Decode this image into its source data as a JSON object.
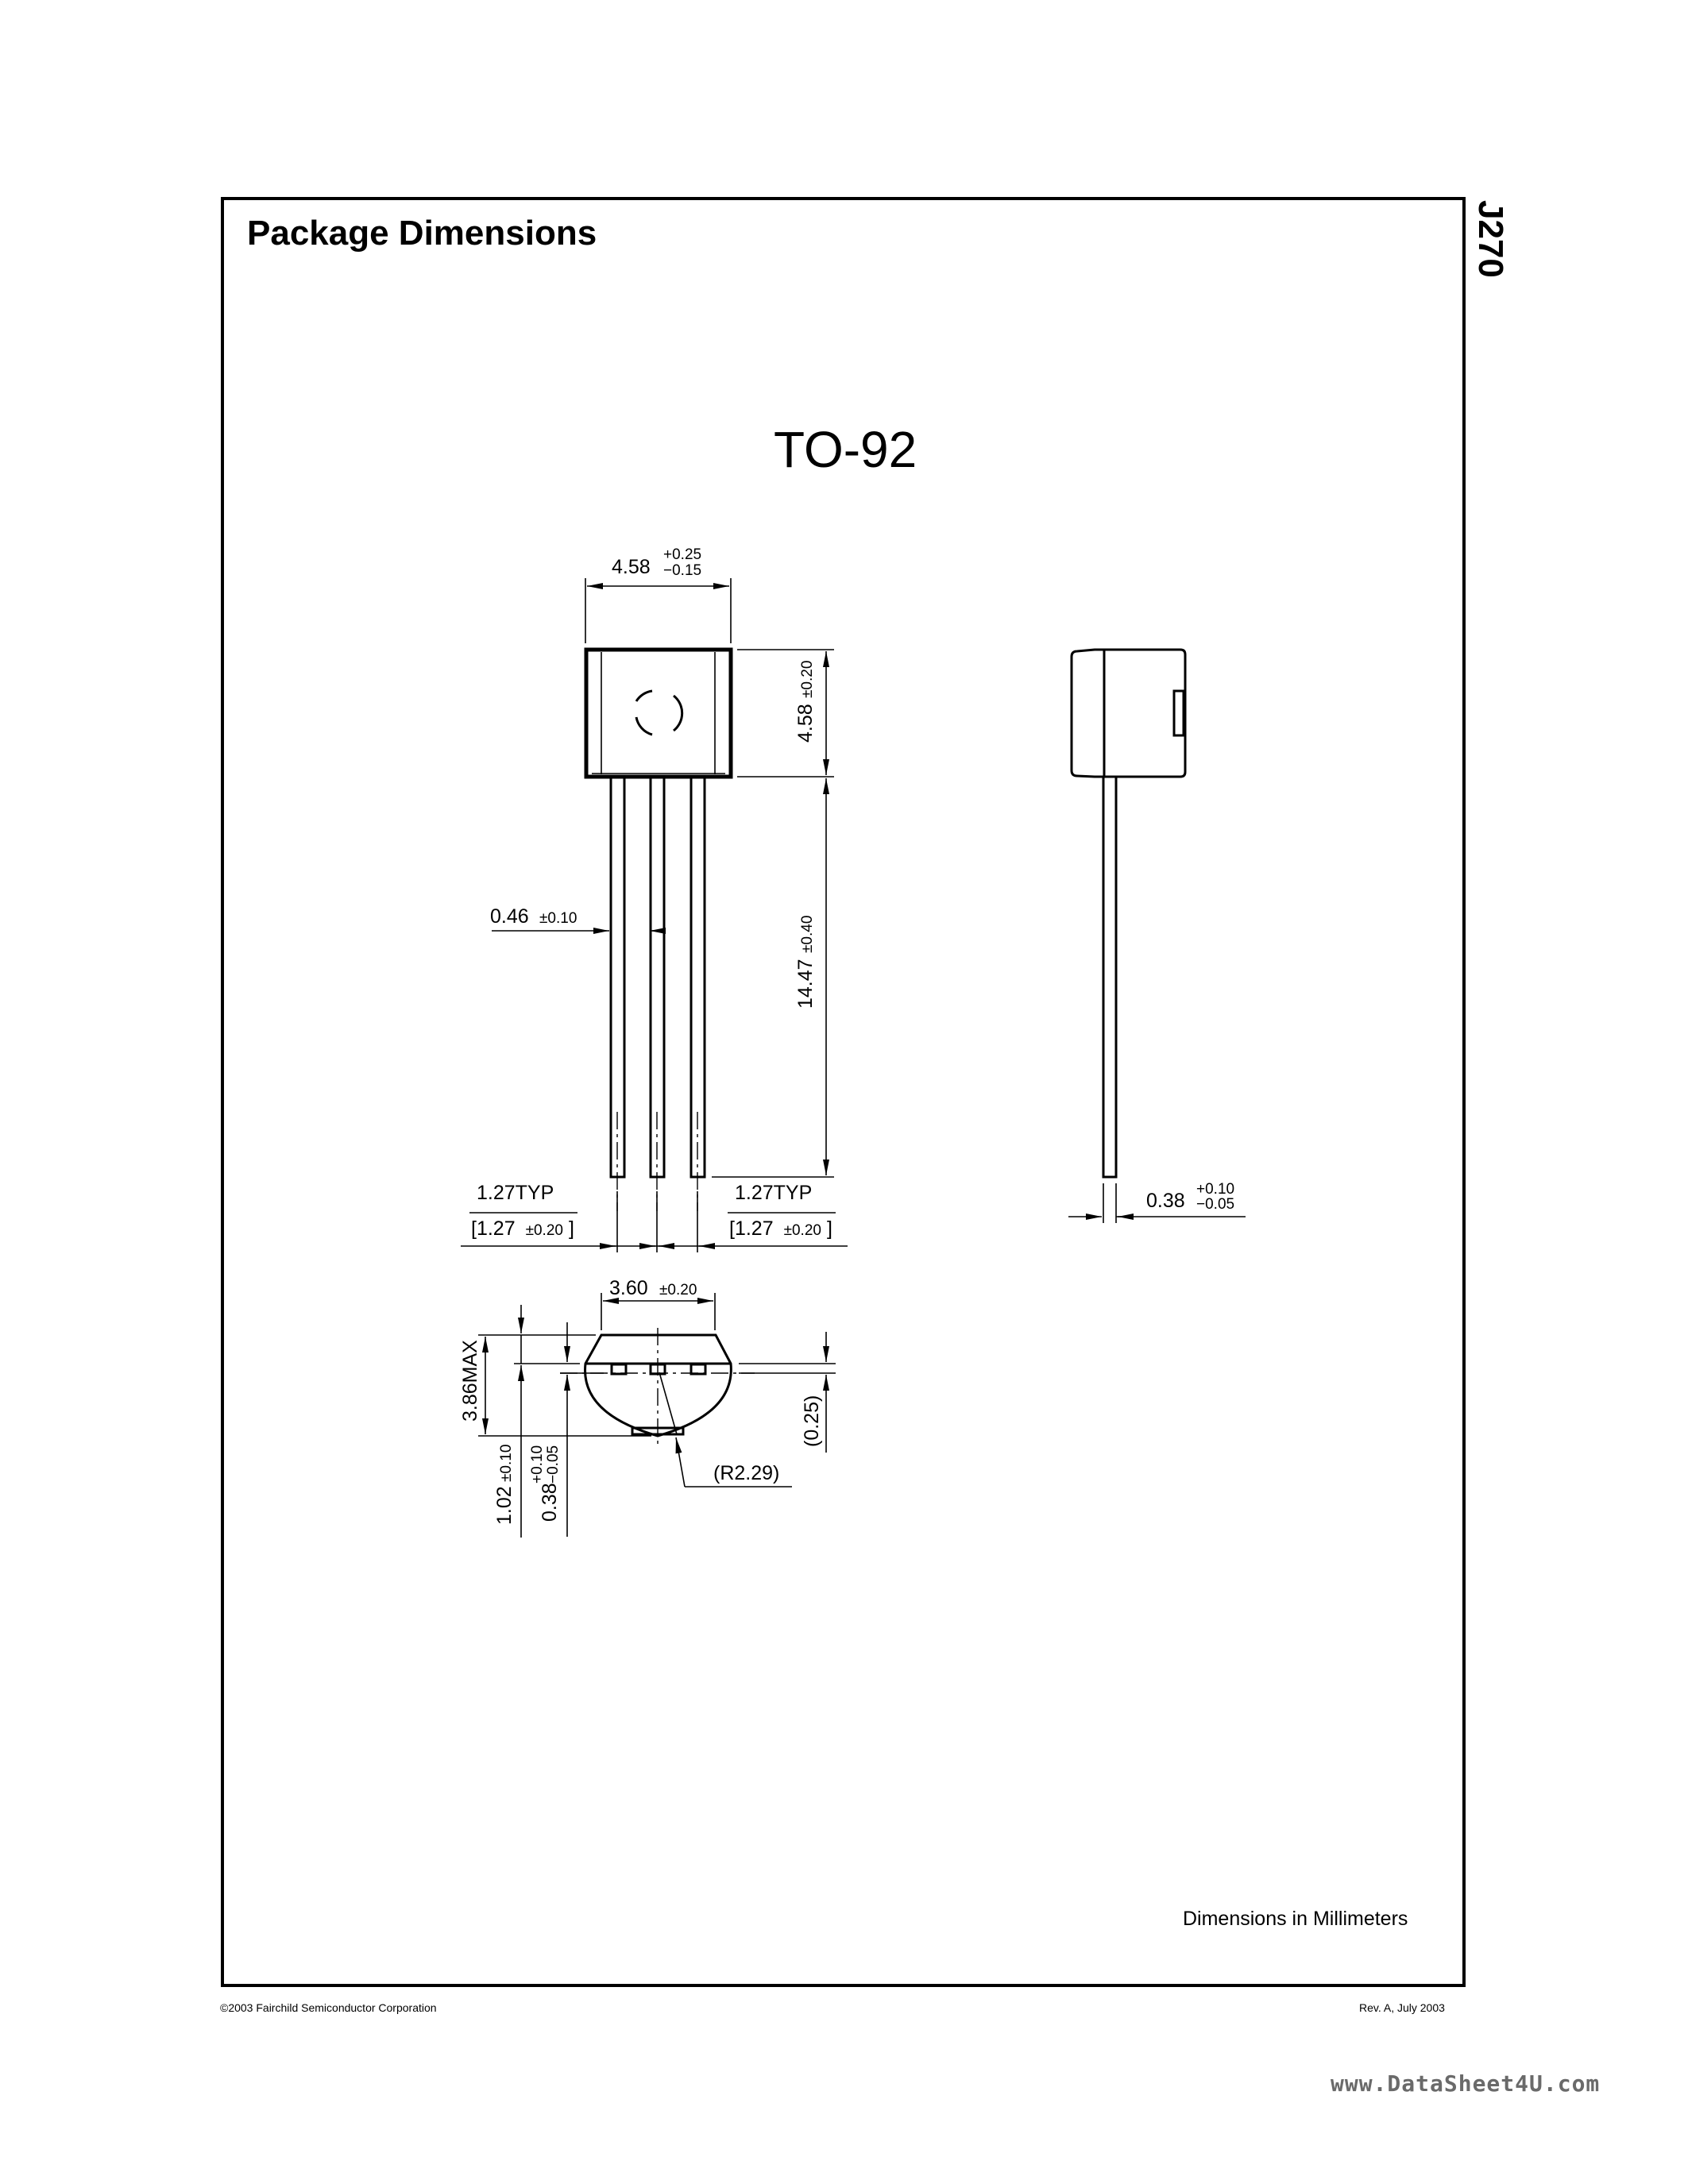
{
  "page": {
    "section_title": "Package Dimensions",
    "part_number": "J270",
    "package_name": "TO-92",
    "units_note": "Dimensions in Millimeters",
    "footer_left": "©2003 Fairchild Semiconductor Corporation",
    "footer_right": "Rev. A, July 2003",
    "watermark": "www.DataSheet4U.com"
  },
  "dimensions": {
    "body_width": {
      "value": "4.58",
      "tol_plus": "+0.25",
      "tol_minus": "−0.15"
    },
    "body_height": {
      "value": "4.58",
      "tol": "±0.20"
    },
    "lead_length": {
      "value": "14.47",
      "tol": "±0.40"
    },
    "lead_width": {
      "value": "0.46",
      "tol": "±0.10"
    },
    "pitch_left": {
      "label": "1.27TYP",
      "bracket_open": "[1.27",
      "tol": "±0.20",
      "bracket_close": "]"
    },
    "pitch_right": {
      "label": "1.27TYP",
      "bracket_open": "[1.27",
      "tol": "±0.20",
      "bracket_close": "]"
    },
    "lead_thickness": {
      "value": "0.38",
      "tol_plus": "+0.10",
      "tol_minus": "−0.05"
    },
    "bottom_width": {
      "value": "3.60",
      "tol": "±0.20"
    },
    "bottom_height": {
      "value": "3.86MAX"
    },
    "flat_offset": {
      "value": "1.02",
      "tol": "±0.10"
    },
    "lead_offset": {
      "value": "0.38",
      "tol_plus": "+0.10",
      "tol_minus": "−0.05"
    },
    "flat_depth": {
      "value": "(0.25)"
    },
    "radius": {
      "value": "(R2.29)"
    }
  },
  "colors": {
    "ink": "#000000",
    "background": "#ffffff",
    "watermark": "#6a6a6a"
  }
}
